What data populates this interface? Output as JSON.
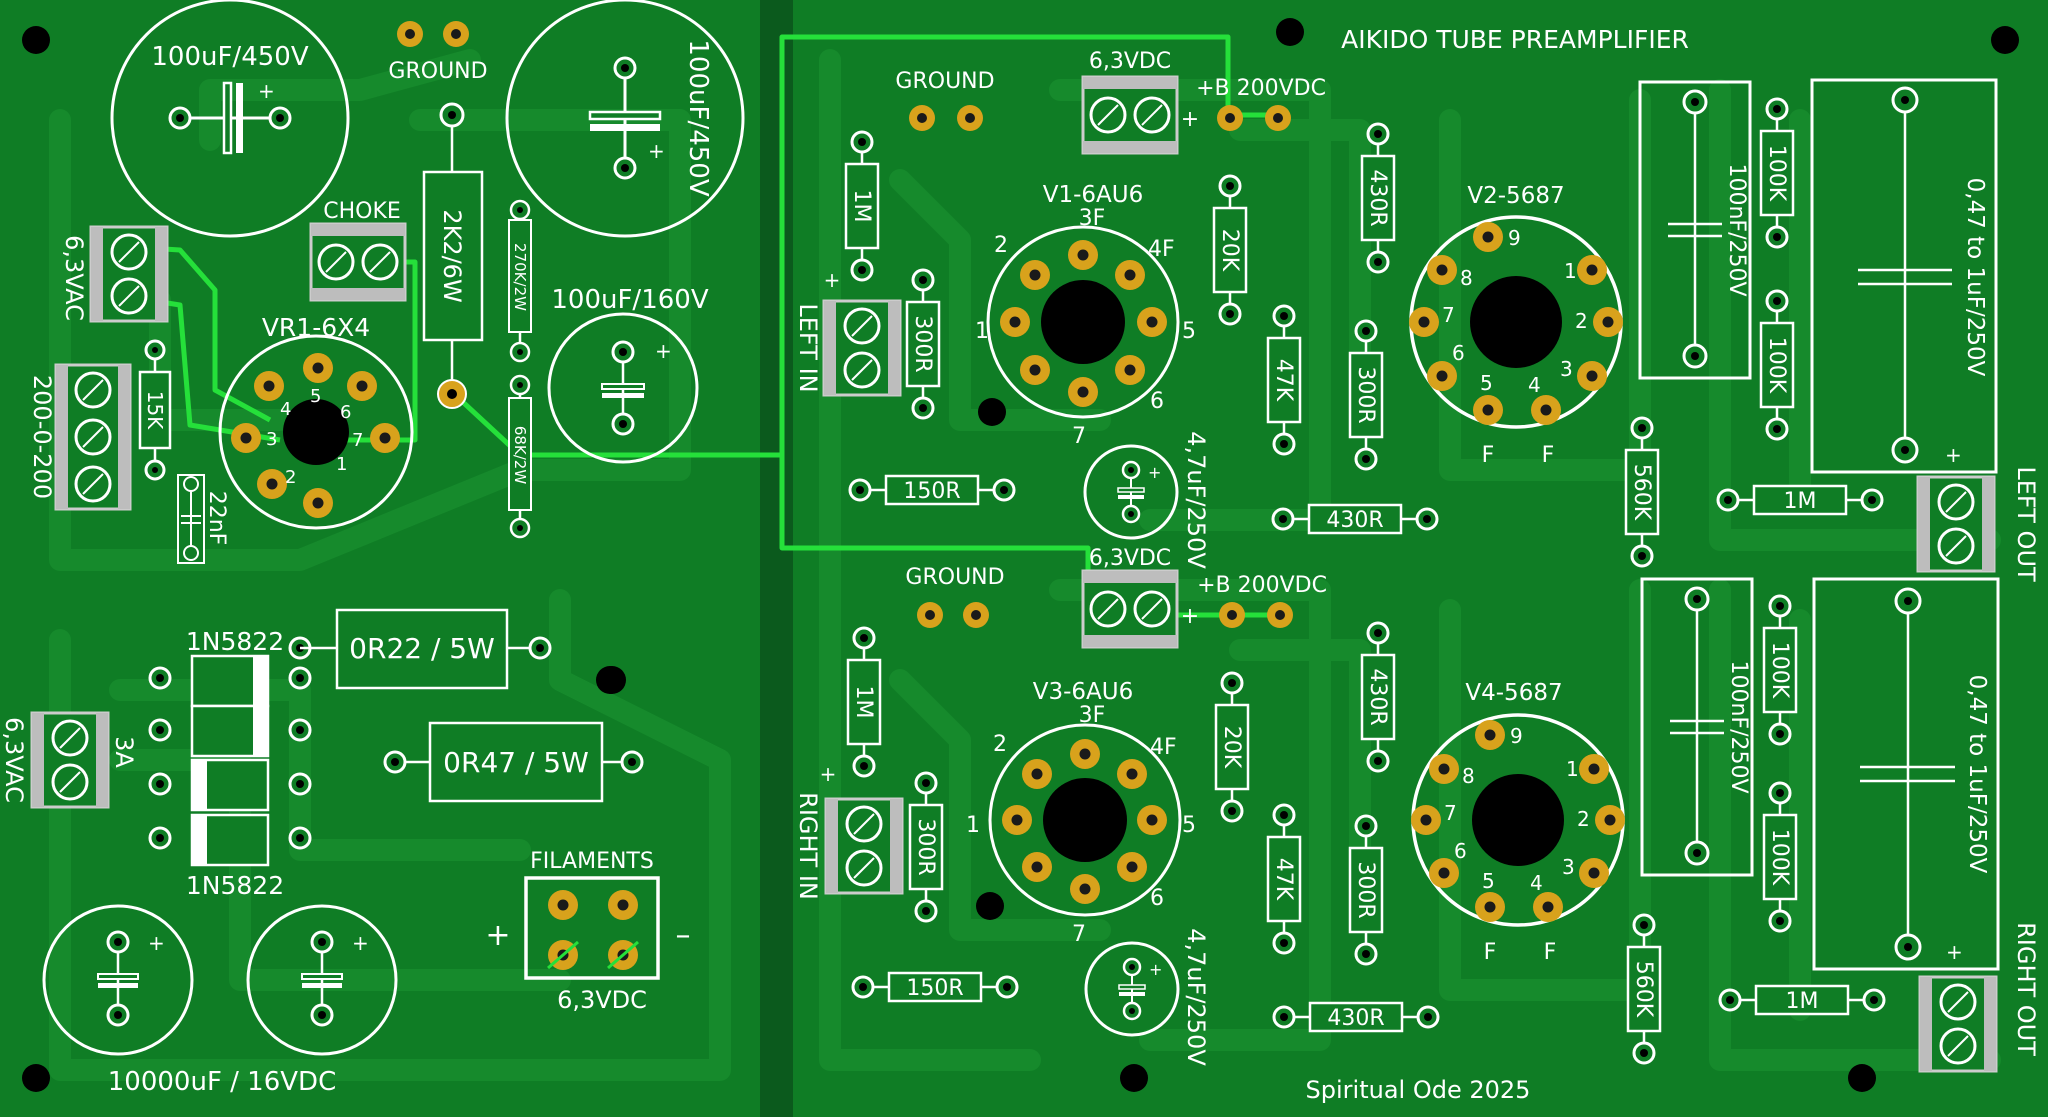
{
  "board": {
    "title": "AIKIDO TUBE PREAMPLIFIER",
    "credit": "Spiritual Ode 2025",
    "colors": {
      "board": "#0f7d25",
      "copper": "#168a2c",
      "silk": "#ffffff",
      "pad": "#d8a21c",
      "hole": "#000000",
      "wire": "#25e03a"
    }
  },
  "psu": {
    "cap_main_1": "100uF/450V",
    "cap_main_2": "100uF/450V",
    "cap_mid": "100uF/160V",
    "ground": "GROUND",
    "choke": "CHOKE",
    "res_2k2": "2K2/6W",
    "res_270k": "270K/2W",
    "res_68k": "68K/2W",
    "res_15k": "15K",
    "cap_22n": "22nF",
    "hv_conn": "200-0-200",
    "heater_conn": "6,3VAC",
    "rectifier": {
      "name": "VR1-6X4",
      "pins": [
        "1",
        "2",
        "3",
        "4",
        "5",
        "6",
        "7"
      ]
    },
    "diode_top": "1N5822",
    "diode_bottom": "1N5822",
    "res_0r22": "0R22 / 5W",
    "res_0r47": "0R47 / 5W",
    "fuse": "3A",
    "fuse_conn": "6,3VAC",
    "filaments": "FILAMENTS",
    "fil_plus": "+",
    "fil_minus": "–",
    "fil_volt": "6,3VDC",
    "cap_10000": "10000uF / 16VDC"
  },
  "channels": [
    {
      "ground": "GROUND",
      "heater": "6,3VDC",
      "bplus": "+B 200VDC",
      "input": "LEFT IN",
      "output": "LEFT OUT",
      "tube1": "V1-6AU6",
      "tube1_pins": [
        "1",
        "2",
        "3F",
        "4F",
        "5",
        "6",
        "7"
      ],
      "tube2": "V2-5687",
      "tube2_pins": [
        "1",
        "2",
        "3",
        "4",
        "5",
        "6",
        "7",
        "8",
        "9",
        "F",
        "F"
      ],
      "r_1m": "1M",
      "r_300_a": "300R",
      "r_150": "150R",
      "r_20k": "20K",
      "r_47k": "47K",
      "r_430_a": "430R",
      "r_300_b": "300R",
      "r_430_b": "430R",
      "r_560k": "560K",
      "r_100k_a": "100K",
      "r_100k_b": "100K",
      "r_1m_out": "1M",
      "cap_47": "4,7uF/250V",
      "cap_100n": "100nF/250V",
      "cap_out": "0,47 to 1uF/250V"
    },
    {
      "ground": "GROUND",
      "heater": "6,3VDC",
      "bplus": "+B 200VDC",
      "input": "RIGHT IN",
      "output": "RIGHT OUT",
      "tube1": "V3-6AU6",
      "tube1_pins": [
        "1",
        "2",
        "3F",
        "4F",
        "5",
        "6",
        "7"
      ],
      "tube2": "V4-5687",
      "tube2_pins": [
        "1",
        "2",
        "3",
        "4",
        "5",
        "6",
        "7",
        "8",
        "9",
        "F",
        "F"
      ],
      "r_1m": "1M",
      "r_300_a": "300R",
      "r_150": "150R",
      "r_20k": "20K",
      "r_47k": "47K",
      "r_430_a": "430R",
      "r_300_b": "300R",
      "r_430_b": "430R",
      "r_560k": "560K",
      "r_100k_a": "100K",
      "r_100k_b": "100K",
      "r_1m_out": "1M",
      "cap_47": "4,7uF/250V",
      "cap_100n": "100nF/250V",
      "cap_out": "0,47 to 1uF/250V"
    }
  ]
}
